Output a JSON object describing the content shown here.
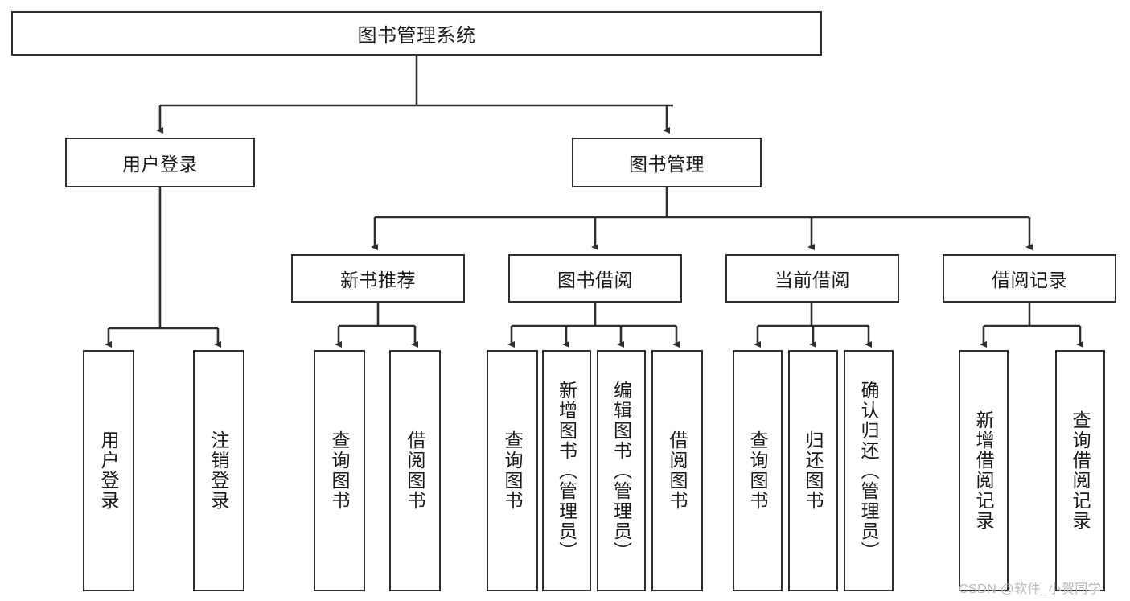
{
  "diagram": {
    "type": "tree-hierarchy",
    "title": "图书管理系统",
    "watermark": "CSDN @软件_小贺同学",
    "colors": {
      "box_border": "#2f2f2f",
      "box_fill": "#ffffff",
      "edge": "#2f2f2f",
      "text": "#1a1a1a",
      "watermark": "#b9b9b9",
      "background": "#ffffff"
    },
    "nodes": {
      "root": {
        "label": "图书管理系统"
      },
      "level2": [
        {
          "label": "用户登录"
        },
        {
          "label": "图书管理"
        }
      ],
      "level3": [
        {
          "label": "新书推荐"
        },
        {
          "label": "图书借阅"
        },
        {
          "label": "当前借阅"
        },
        {
          "label": "借阅记录"
        }
      ],
      "leaves_user_login": [
        {
          "label": "用户登录"
        },
        {
          "label": "注销登录"
        }
      ],
      "leaves_new_book": [
        {
          "label": "查询图书"
        },
        {
          "label": "借阅图书"
        }
      ],
      "leaves_borrow": [
        {
          "label": "查询图书"
        },
        {
          "label": "新增图书（管理员）"
        },
        {
          "label": "编辑图书（管理员）"
        },
        {
          "label": "借阅图书"
        }
      ],
      "leaves_current": [
        {
          "label": "查询图书"
        },
        {
          "label": "归还图书"
        },
        {
          "label": "确认归还（管理员）"
        }
      ],
      "leaves_record": [
        {
          "label": "新增借阅记录"
        },
        {
          "label": "查询借阅记录"
        }
      ]
    }
  }
}
